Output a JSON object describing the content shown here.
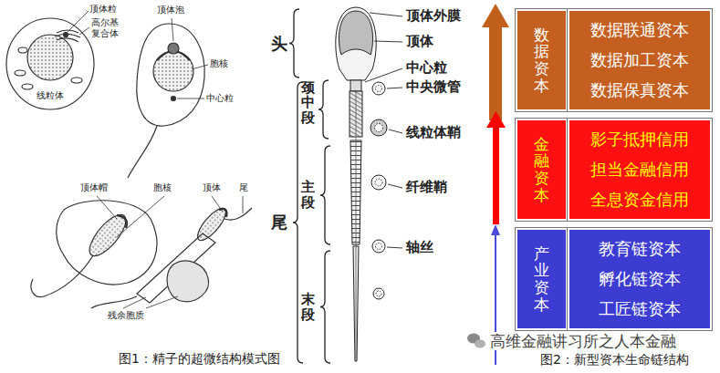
{
  "diagram": {
    "nodes": [
      {
        "text": [
          "数据资本"
        ]
      },
      {
        "text": [
          "数据联通资本",
          "数据加工资本",
          "数据保真资本"
        ]
      },
      {
        "text": [
          "金融资本"
        ]
      },
      {
        "text": [
          "影子抵押信用",
          "担当金融信用",
          "全息资金信用"
        ]
      },
      {
        "text": [
          "产业资本"
        ]
      },
      {
        "text": [
          "教育链资本",
          "孵化链资本",
          "工匠链资本"
        ]
      }
    ],
    "labels": [
      "顶体粒",
      "高尔基 复合体",
      "线粒体",
      "顶体泡",
      "胞核",
      "中心粒",
      "顶体帽",
      "胞核",
      "顶体",
      "尾",
      "残余胞质",
      "头",
      "颈",
      "中段",
      "尾",
      "主段",
      "末段",
      "顶体外膜",
      "顶体",
      "中心粒",
      "中央微管",
      "线粒体鞘",
      "纤维鞘",
      "轴丝",
      "图1：精子的超微结构模式图",
      "高维金融讲习所之人本金融",
      "图2：新型资本生命链结构"
    ]
  }
}
